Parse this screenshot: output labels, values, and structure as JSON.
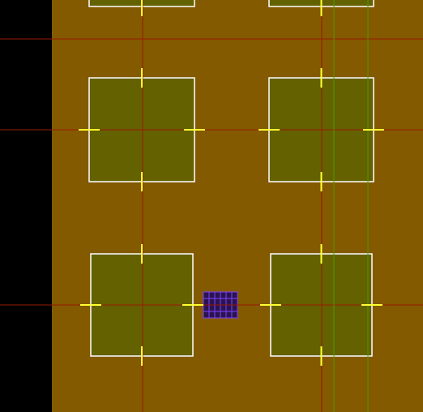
{
  "canvas": {
    "background_color": "#000000",
    "substrate_color": "#835a00",
    "pad_fill_color": "#646100",
    "pad_outline_color": "#ffffff",
    "pin_mark_color": "#ffff33",
    "guide_line_red_color": "#9a1a00",
    "guide_line_green_color": "#4a9a00",
    "via_array_fill_color": "#2a1450",
    "via_array_line_color": "#8040ff"
  },
  "pads": [
    {
      "name": "pad-top-left"
    },
    {
      "name": "pad-top-right"
    },
    {
      "name": "pad-middle-left"
    },
    {
      "name": "pad-middle-right"
    },
    {
      "name": "pad-bottom-left"
    },
    {
      "name": "pad-bottom-right"
    }
  ],
  "via_array": {
    "rows": 4,
    "cols": 6
  },
  "guide_lines": {
    "horizontal_red_count": 3,
    "vertical_red_count": 2,
    "vertical_green_count": 2
  }
}
